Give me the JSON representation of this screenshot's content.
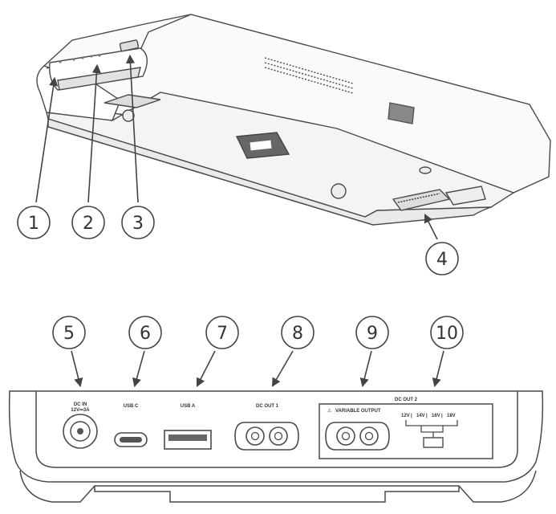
{
  "callouts": {
    "c1": "1",
    "c2": "2",
    "c3": "3",
    "c4": "4",
    "c5": "5",
    "c6": "6",
    "c7": "7",
    "c8": "8",
    "c9": "9",
    "c10": "10"
  },
  "port_labels": {
    "dc_in_line1": "DC IN",
    "dc_in_line2": "12V⎓3A",
    "usb_c": "USB C",
    "usb_a": "USB A",
    "dc_out_1": "DC OUT 1",
    "dc_out_2": "DC OUT 2",
    "variable_output": "VARIABLE OUTPUT",
    "voltage_1": "12V",
    "voltage_2": "14V",
    "voltage_3": "16V",
    "voltage_4": "18V"
  },
  "colors": {
    "line": "#4a4a4a",
    "fill": "#ffffff",
    "shade": "#e9e9e9",
    "dark": "#555555"
  }
}
